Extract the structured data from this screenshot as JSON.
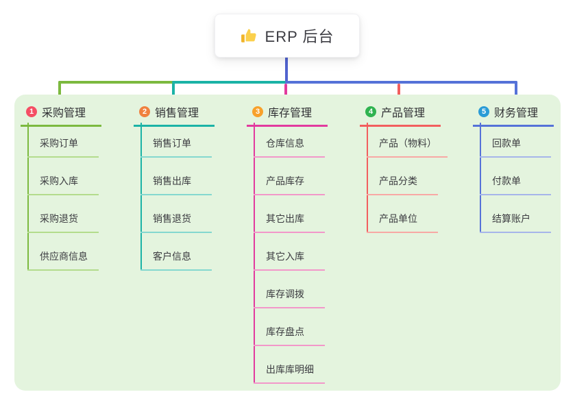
{
  "root": {
    "label": "ERP 后台",
    "icon": "thumbs-up-icon"
  },
  "colors": {
    "page_bg": "#ffffff",
    "panel_bg": "#e4f4de",
    "root_connector": "#5163cf",
    "header_text": "#303034",
    "child_text": "#3b3b40"
  },
  "branches": [
    {
      "num": "1",
      "label": "采购管理",
      "color": "#7cb93f",
      "light_color": "#b3dc8c",
      "badge_color": "#f54e64",
      "children": [
        "采购订单",
        "采购入库",
        "采购退货",
        "供应商信息"
      ]
    },
    {
      "num": "2",
      "label": "销售管理",
      "color": "#1bb3a6",
      "light_color": "#84d8cf",
      "badge_color": "#f0813f",
      "children": [
        "销售订单",
        "销售出库",
        "销售退货",
        "客户信息"
      ]
    },
    {
      "num": "3",
      "label": "库存管理",
      "color": "#e23a9e",
      "light_color": "#f297c9",
      "badge_color": "#f8a12b",
      "children": [
        "仓库信息",
        "产品库存",
        "其它出库",
        "其它入库",
        "库存调拨",
        "库存盘点",
        "出库库明细"
      ]
    },
    {
      "num": "4",
      "label": "产品管理",
      "color": "#f25e5e",
      "light_color": "#f8a8a4",
      "badge_color": "#2fb350",
      "children": [
        "产品（物料）",
        "产品分类",
        "产品单位"
      ]
    },
    {
      "num": "5",
      "label": "财务管理",
      "color": "#5572d8",
      "light_color": "#a6b5ea",
      "badge_color": "#2a9bd6",
      "children": [
        "回款单",
        "付款单",
        "结算账户"
      ]
    }
  ]
}
